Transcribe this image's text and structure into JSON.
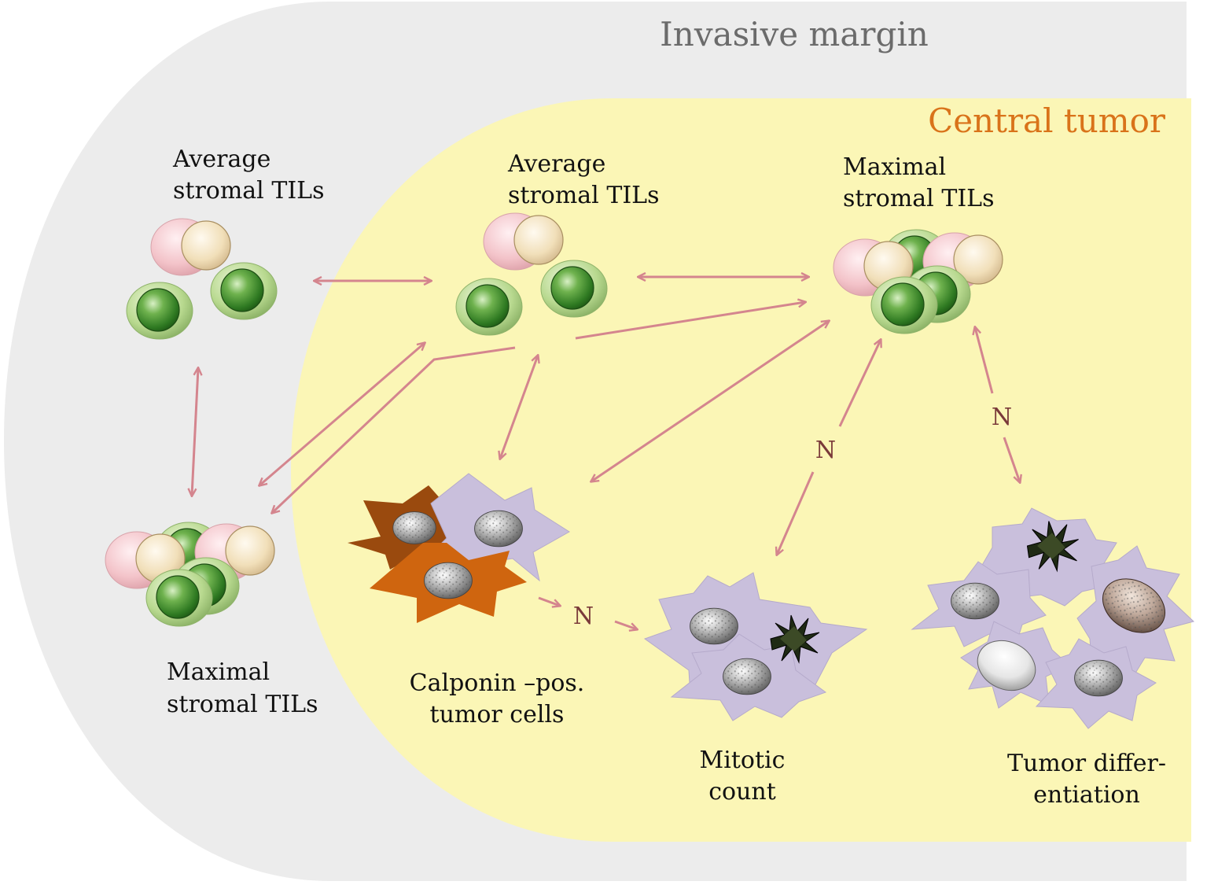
{
  "regions": {
    "invasive_margin": {
      "label": "Invasive margin",
      "color": "#6b6b6b"
    },
    "central_tumor": {
      "label": "Central tumor",
      "color": "#d9731a"
    }
  },
  "nodes": {
    "im_avg_tils": {
      "line1": "Average",
      "line2": "stromal  TILs"
    },
    "im_max_tils": {
      "line1": "Maximal",
      "line2": "stromal  TILs"
    },
    "ct_avg_tils": {
      "line1": "Average",
      "line2": "stromal  TILs"
    },
    "ct_max_tils": {
      "line1": "Maximal",
      "line2": "stromal  TILs"
    },
    "calponin": {
      "line1": "Calponin –pos.",
      "line2": "tumor cells"
    },
    "mitotic": {
      "line1": "Mitotic",
      "line2": "count"
    },
    "differentiation": {
      "line1": "Tumor differ-",
      "line2": "entiation"
    }
  },
  "edge_labels": {
    "max_to_mitotic": "N",
    "max_to_differentiation": "N",
    "calponin_to_mitotic": "N"
  },
  "colors": {
    "background_margin": "#ececec",
    "background_tumor": "#fbf6b6",
    "arrow": "#d4858e",
    "edge_label": "#7a3a3a",
    "tumor_cell": "#c9bfdc",
    "calponin_dark": "#9a4a0e",
    "calponin_orange": "#cf650f",
    "lymph_green": "#4f9a38",
    "lymph_pink": "#f0b8bf",
    "lymph_cream": "#f3e3bf"
  }
}
